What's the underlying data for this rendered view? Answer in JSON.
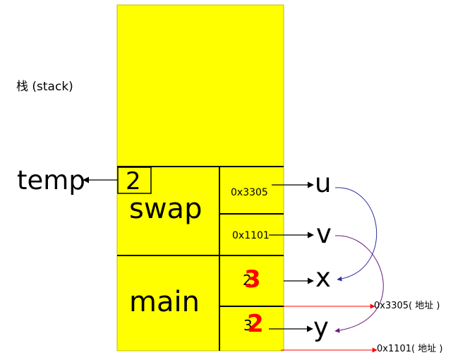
{
  "stack_label": "栈 (stack)",
  "swap_frame": {
    "name": "swap",
    "temp_value": "2",
    "temp_label": "temp",
    "u_value": "0x3305",
    "u_label": "u",
    "v_value": "0x1101",
    "v_label": "v"
  },
  "main_frame": {
    "name": "main",
    "x_old": "2",
    "x_new": "3",
    "x_label": "x",
    "y_old": "3",
    "y_new": "2",
    "y_label": "y"
  },
  "address_labels": {
    "x_address": "0x3305( 地址 )",
    "y_address": "0x1101( 地址 )"
  },
  "colors": {
    "stack_fill": "#ffff00",
    "new_value": "#ff0000",
    "address_arrow": "#ff0000",
    "u_curve": "#2e2e9e",
    "v_curve": "#6a1b7a"
  }
}
